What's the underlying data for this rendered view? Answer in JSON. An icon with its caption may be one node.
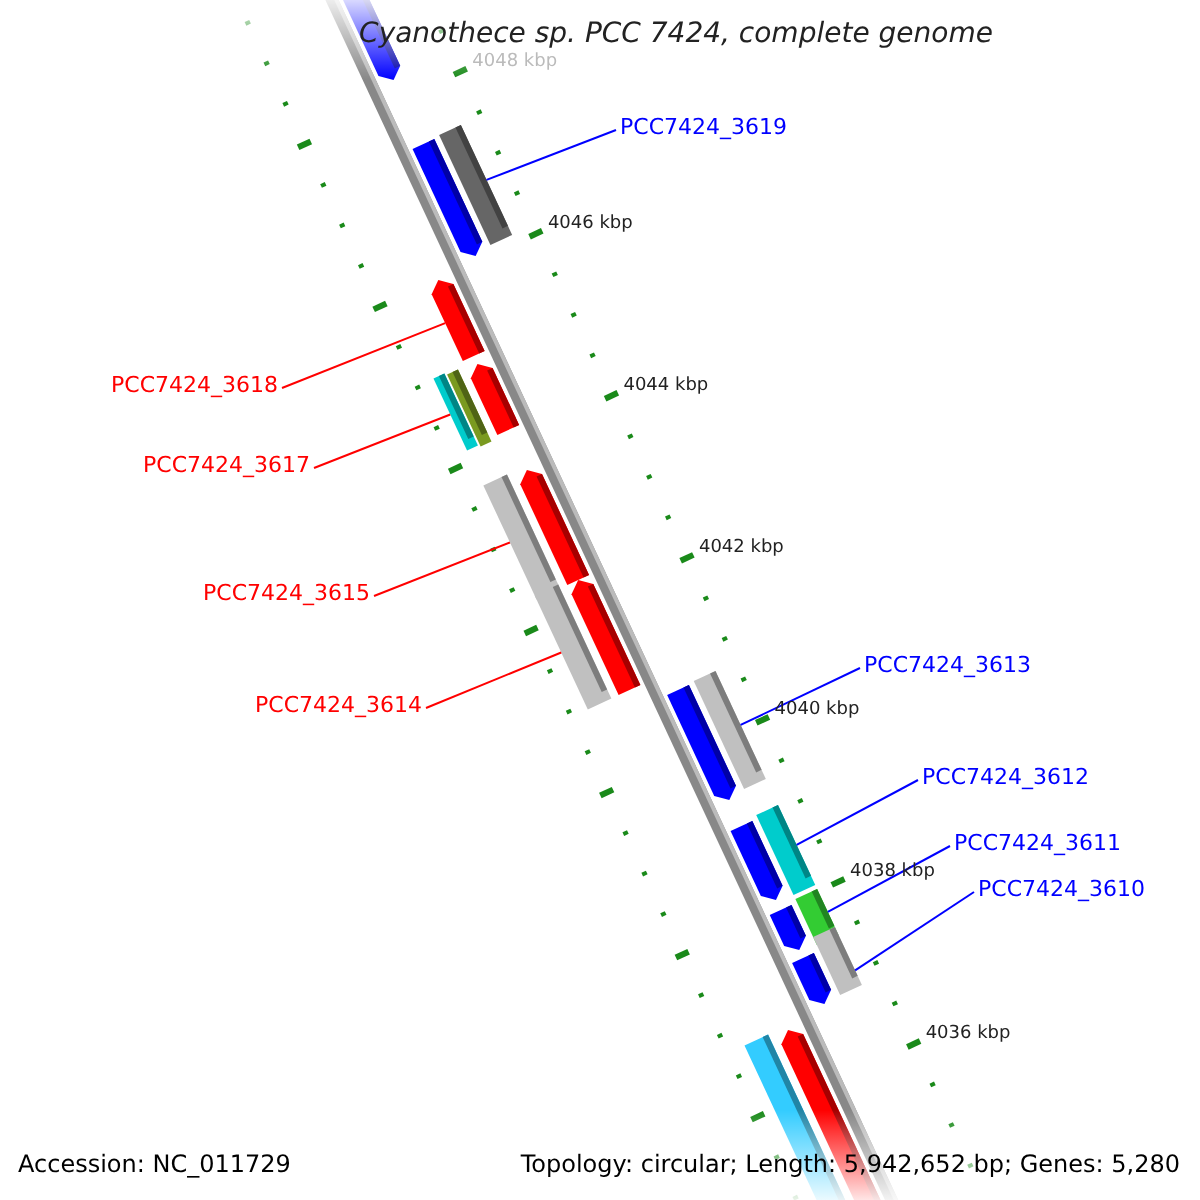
{
  "diagram": {
    "title": "Cyanothece sp. PCC 7424, complete genome",
    "nodes": [
      {
        "text": [
          "PCC7424_3619"
        ]
      },
      {
        "text": [
          "PCC7424_3618"
        ]
      },
      {
        "text": [
          "PCC7424_3617"
        ]
      },
      {
        "text": [
          "PCC7424_3615"
        ]
      },
      {
        "text": [
          "PCC7424_3614"
        ]
      },
      {
        "text": [
          "PCC7424_3613"
        ]
      },
      {
        "text": [
          "PCC7424_3612"
        ]
      },
      {
        "text": [
          "PCC7424_3611"
        ]
      },
      {
        "text": [
          "PCC7424_3610"
        ]
      },
      {
        "text": [],
        "shape": "arrow"
      },
      {
        "text": [],
        "shape": "bar"
      },
      {
        "text": [],
        "shape": "arrow"
      },
      {
        "text": [],
        "shape": "arrow"
      },
      {
        "text": [],
        "shape": "arrow"
      },
      {
        "text": [],
        "shape": "bar"
      },
      {
        "text": [],
        "shape": "bar"
      },
      {
        "text": [],
        "shape": "arrow"
      },
      {
        "text": [],
        "shape": "bar"
      },
      {
        "text": [],
        "shape": "arrow"
      },
      {
        "text": [],
        "shape": "bar"
      },
      {
        "text": [],
        "shape": "bar"
      },
      {
        "text": [],
        "shape": "arrow"
      },
      {
        "text": [],
        "shape": "bar"
      },
      {
        "text": [],
        "shape": "arrow"
      },
      {
        "text": [],
        "shape": "bar"
      },
      {
        "text": [],
        "shape": "arrow"
      },
      {
        "text": [],
        "shape": "bar"
      },
      {
        "text": [],
        "shape": "arrow"
      },
      {
        "text": [],
        "shape": "arrow"
      },
      {
        "text": [],
        "shape": "bar"
      }
    ],
    "edges": [
      {
        "from": 0,
        "to": 10,
        "arrow": "none"
      },
      {
        "from": 1,
        "to": 12,
        "arrow": "none",
        "color": "#ff0000"
      },
      {
        "from": 2,
        "to": 15,
        "arrow": "none",
        "color": "#ff0000"
      },
      {
        "from": 3,
        "to": 17,
        "arrow": "none",
        "color": "#ff0000"
      },
      {
        "from": 4,
        "to": 19,
        "arrow": "none",
        "color": "#ff0000"
      },
      {
        "from": 5,
        "to": 20,
        "arrow": "none"
      },
      {
        "from": 6,
        "to": 22,
        "arrow": "none"
      },
      {
        "from": 7,
        "to": 24,
        "arrow": "none"
      },
      {
        "from": 8,
        "to": 26,
        "arrow": "none"
      }
    ],
    "labels": [
      "4048 kbp",
      "4046 kbp",
      "4044 kbp",
      "4042 kbp",
      "4040 kbp",
      "4038 kbp",
      "4036 kbp",
      "Accession: NC_011729",
      "Topology: circular; Length: 5,942,652 bp; Genes: 5,280"
    ]
  }
}
